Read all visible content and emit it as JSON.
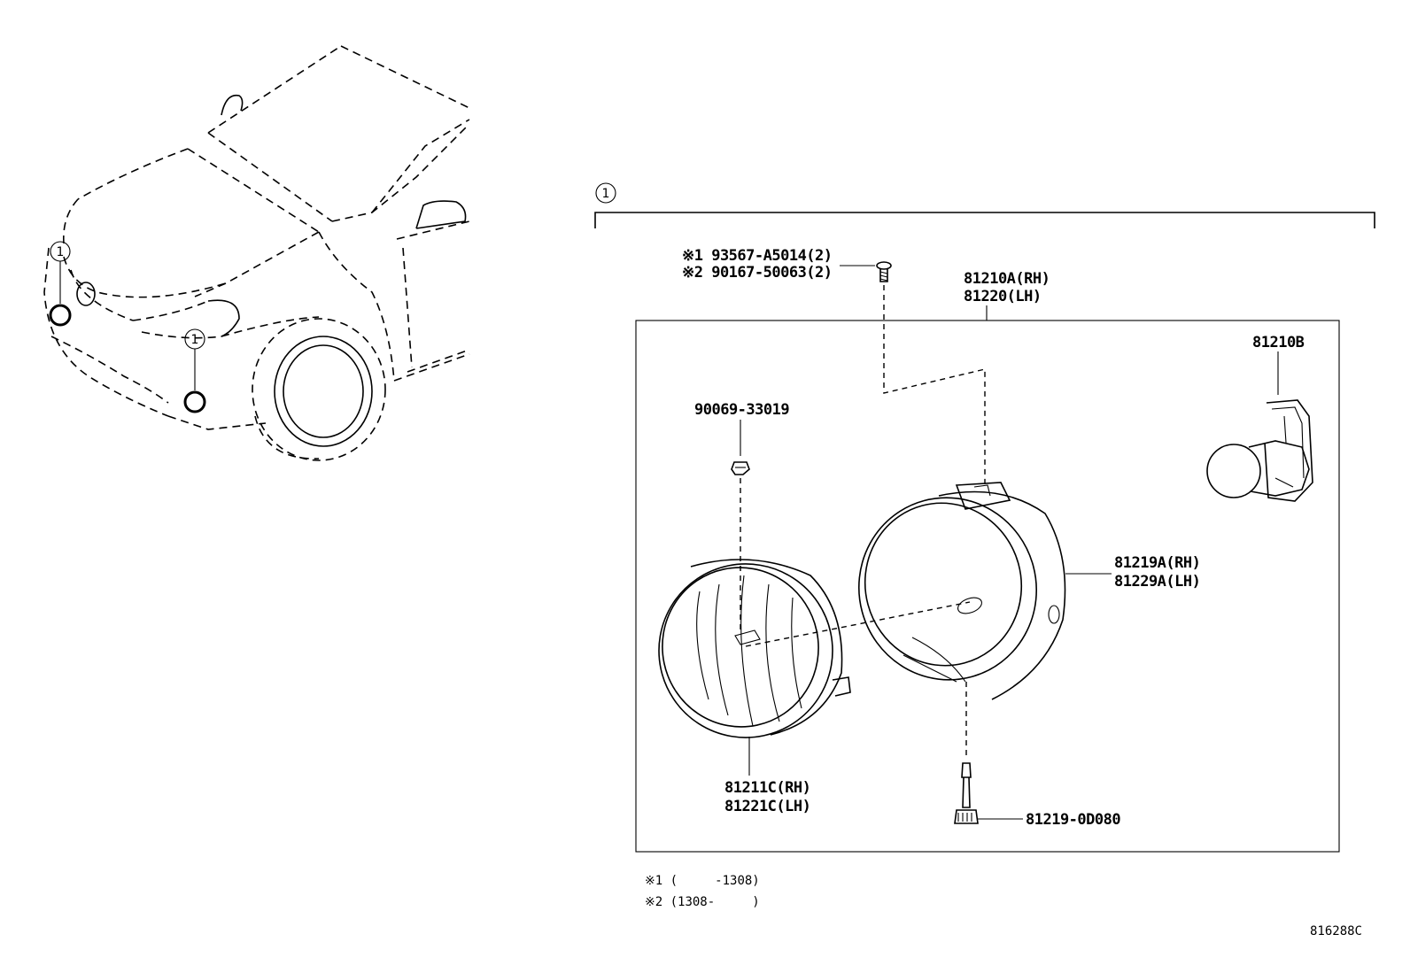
{
  "callout_marker": "1",
  "parts": {
    "screw": {
      "line1": "※1 93567-A5014(2)",
      "line2": "※2 90167-50063(2)"
    },
    "fog_lamp_unit": {
      "line1": "81210A(RH)",
      "line2": "81220(LH)"
    },
    "bulb": {
      "line1": "81210B"
    },
    "nut": {
      "line1": "90069-33019"
    },
    "housing": {
      "line1": "81219A(RH)",
      "line2": "81229A(LH)"
    },
    "lens": {
      "line1": "81211C(RH)",
      "line2": "81221C(LH)"
    },
    "aim_screw": {
      "line1": "81219-0D080"
    }
  },
  "footnotes": {
    "note1": "※1 (     -1308)",
    "note2": "※2 (1308-     )"
  },
  "figure_number": "816288C"
}
